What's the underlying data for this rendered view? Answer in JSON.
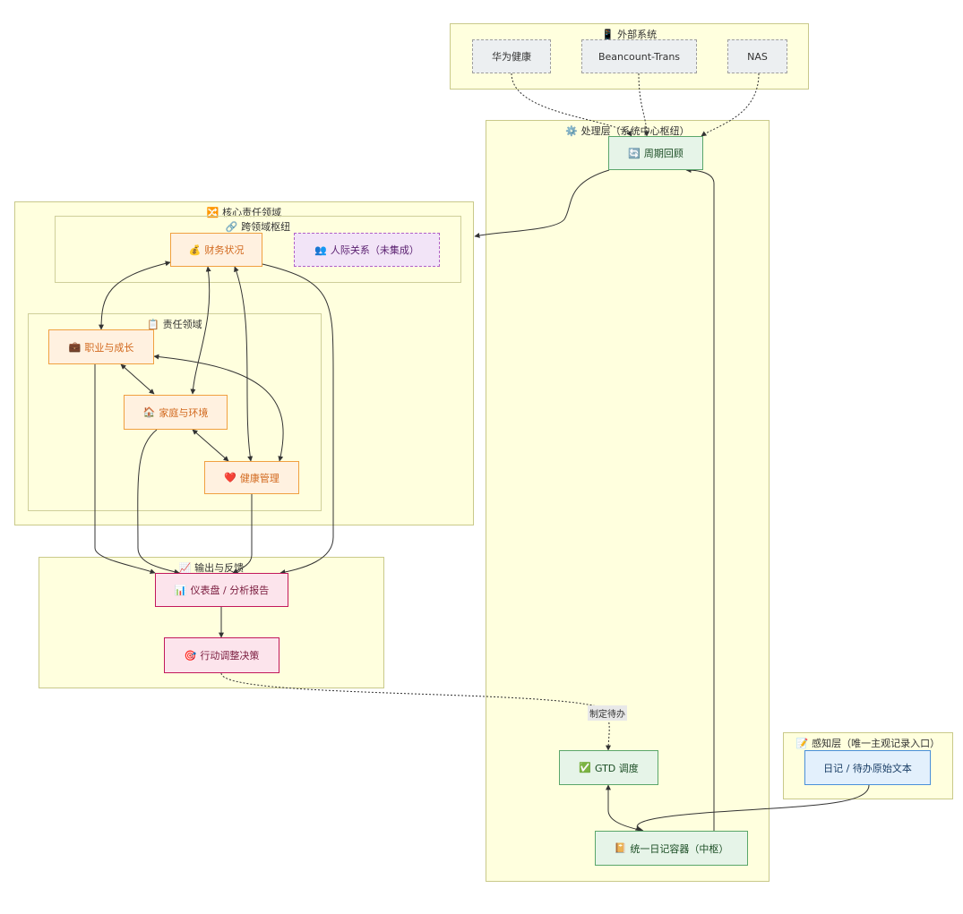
{
  "groups": {
    "external": "📱 外部系统",
    "processing": "⚙️ 处理层（系统中心枢纽）",
    "core": "🔀 核心责任领域",
    "cross": "🔗 跨领域枢纽",
    "duty": "📋 责任领域",
    "output": "📈 输出与反馈",
    "perception": "📝 感知层（唯一主观记录入口）"
  },
  "nodes": {
    "huawei": "华为健康",
    "beancount": "Beancount-Trans",
    "nas": "NAS",
    "review": "周期回顾",
    "finance": "财务状况",
    "relations": "人际关系（未集成）",
    "career": "职业与成长",
    "family": "家庭与环境",
    "health": "健康管理",
    "dashboard": "仪表盘 / 分析报告",
    "action": "行动调整决策",
    "gtd": "GTD 调度",
    "container": "统一日记容器（中枢）",
    "diary": "日记 / 待办原始文本"
  },
  "icons": {
    "review": "🔄",
    "finance": "💰",
    "relations": "👥",
    "career": "💼",
    "family": "🏠",
    "health": "❤️",
    "dashboard": "📊",
    "action": "🎯",
    "gtd": "✅",
    "container": "📔"
  },
  "edge_labels": {
    "make_todo": "制定待办"
  }
}
